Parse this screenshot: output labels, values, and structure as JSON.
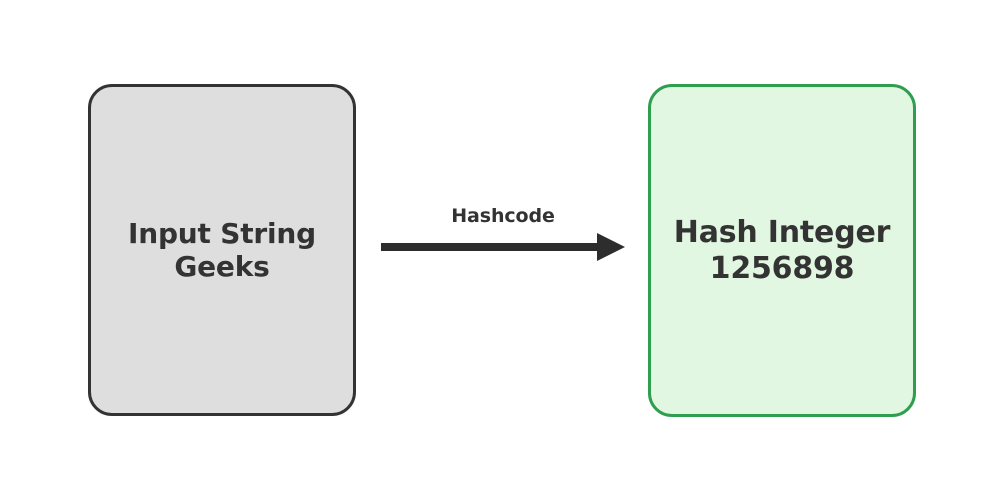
{
  "diagram": {
    "background_color": "#ffffff",
    "nodes": [
      {
        "id": "input-string",
        "label": "Input String\nGeeks",
        "fill_color": "#dedede",
        "border_color": "#333333",
        "text_color": "#333333"
      },
      {
        "id": "hash-integer",
        "label": "Hash Integer\n1256898",
        "fill_color": "#e2f7e2",
        "border_color": "#2e9e4f",
        "text_color": "#333333"
      }
    ],
    "edges": [
      {
        "id": "hashcode-edge",
        "label": "Hashcode",
        "from": "input-string",
        "to": "hash-integer",
        "color": "#2d2d2d",
        "direction": "right"
      }
    ]
  }
}
